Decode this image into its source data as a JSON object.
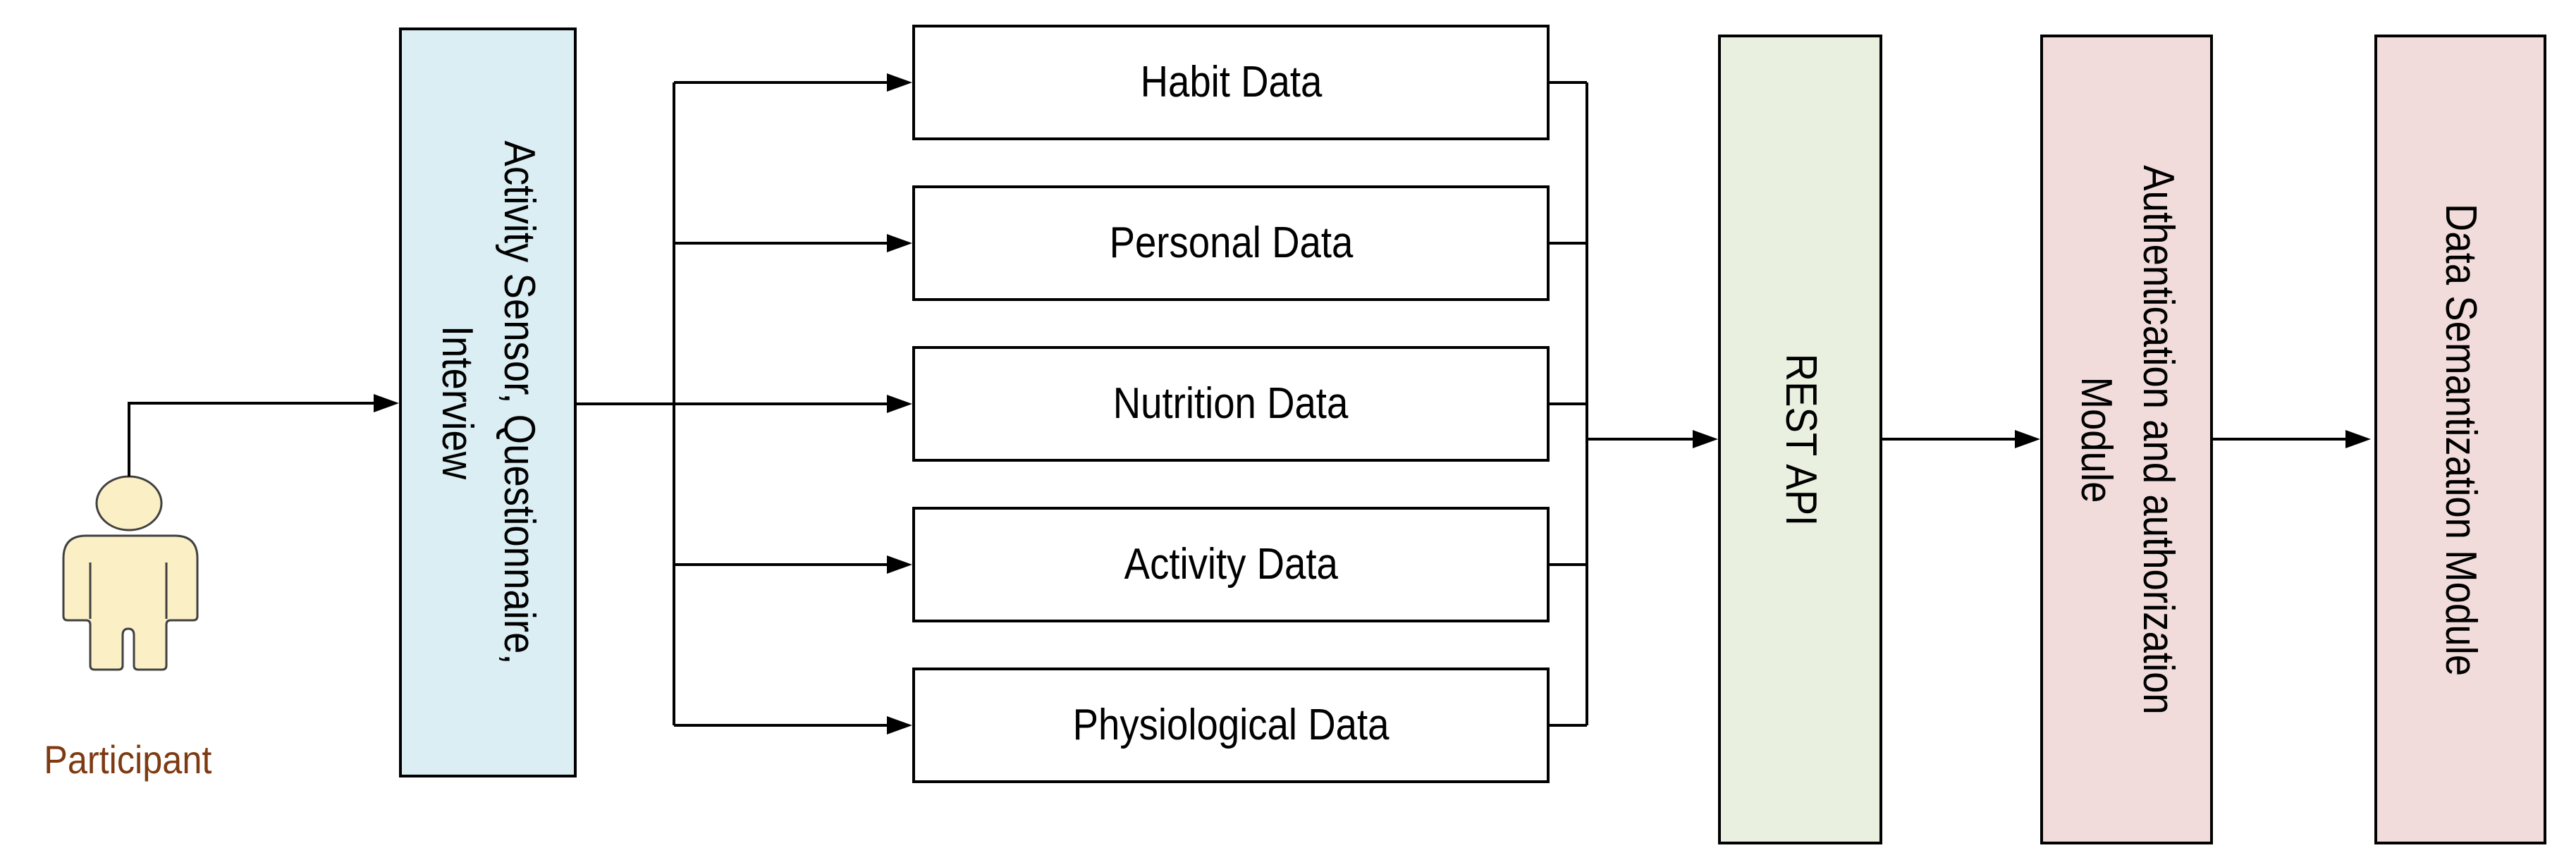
{
  "diagram": {
    "participant": {
      "label": "Participant"
    },
    "source_box": {
      "label": "Activity Sensor, Questionnaire,\nInterview"
    },
    "data_boxes": [
      {
        "label": "Habit Data"
      },
      {
        "label": "Personal Data"
      },
      {
        "label": "Nutrition Data"
      },
      {
        "label": "Activity Data"
      },
      {
        "label": "Physiological Data"
      }
    ],
    "rest_api_box": {
      "label": "REST API"
    },
    "auth_box": {
      "label": "Authentication and authorization\nModule"
    },
    "semantization_box": {
      "label": "Data Semantization Module"
    },
    "colors": {
      "source_box_fill": "#DAEEF3",
      "rest_api_fill": "#EAF0E0",
      "module_fill": "#F1DCDB",
      "data_box_fill": "#FFFFFF",
      "person_fill": "#FBEFC6",
      "participant_label_color": "#7E3A12",
      "line_color": "#000000"
    }
  }
}
